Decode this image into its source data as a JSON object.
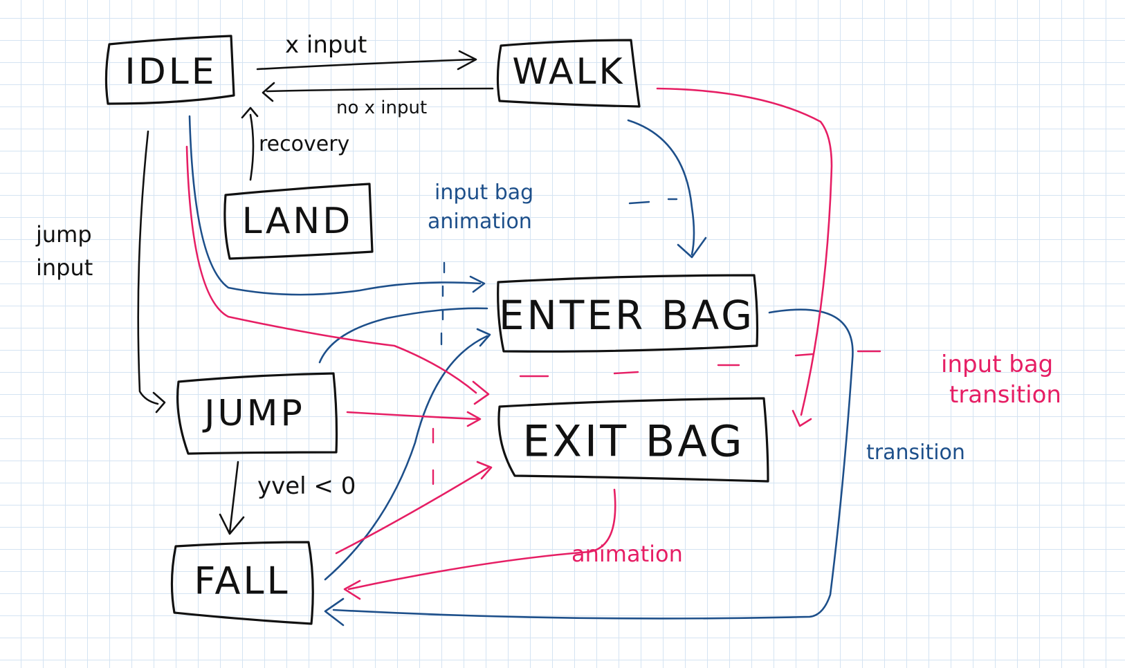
{
  "states": {
    "idle": "IDLE",
    "walk": "WALK",
    "land": "LAND",
    "enter_bag": "ENTER BAG",
    "exit_bag": "EXIT BAG",
    "jump": "JUMP",
    "fall": "FALL"
  },
  "transitions": {
    "x_input": "x input",
    "no_x_input": "no x input",
    "recovery": "recovery",
    "jump_input_line1": "jump",
    "jump_input_line2": "input",
    "yvel": "yvel < 0",
    "input_bag_animation_line1": "input bag",
    "input_bag_animation_line2": "animation",
    "input_bag_transition_line1": "input bag",
    "input_bag_transition_line2": "transition",
    "transition": "transition",
    "animation": "animation"
  },
  "colors": {
    "ink": "#111111",
    "blue_ink": "#1d4f8a",
    "pink_ink": "#e61e64",
    "grid": "#d4e3f2"
  }
}
